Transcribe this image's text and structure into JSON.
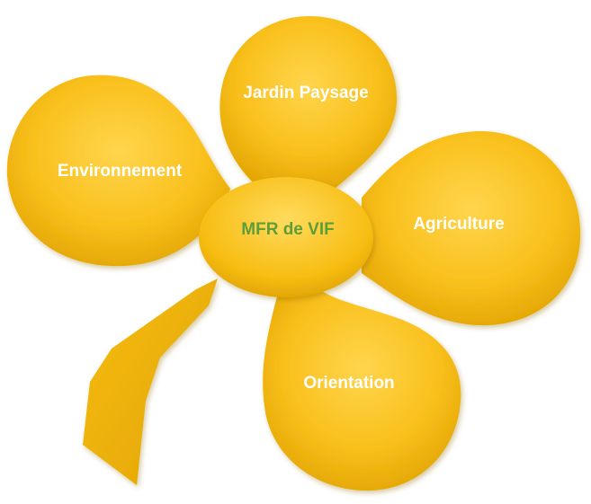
{
  "diagram": {
    "center": {
      "label": "MFR de VIF"
    },
    "petals": [
      {
        "id": "top",
        "label": "Jardin Paysage"
      },
      {
        "id": "left",
        "label": "Environnement"
      },
      {
        "id": "right",
        "label": "Agriculture"
      },
      {
        "id": "bottom",
        "label": "Orientation"
      }
    ]
  },
  "colors": {
    "petal_light": "#fcd34a",
    "petal_main": "#f7bd12",
    "petal_dark": "#e2a400",
    "petal_edge": "#d69a00",
    "center_text": "#5e9e3a",
    "label_text": "#ffffff"
  }
}
